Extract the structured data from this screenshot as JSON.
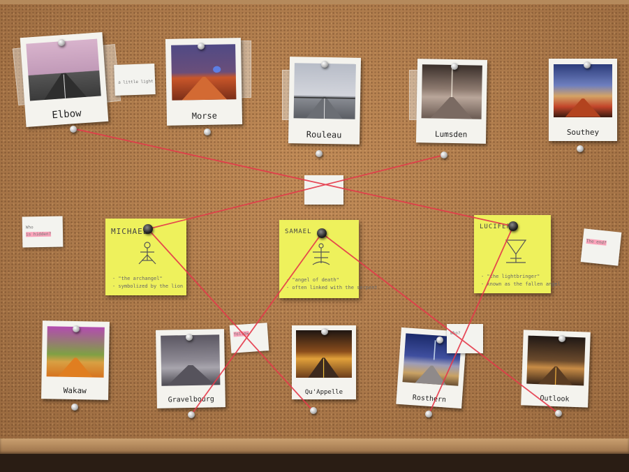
{
  "top_row": [
    {
      "label": "Elbow"
    },
    {
      "label": "Morse"
    },
    {
      "label": "Rouleau"
    },
    {
      "label": "Lumsden"
    },
    {
      "label": "Southey"
    }
  ],
  "bottom_row": [
    {
      "label": "Wakaw"
    },
    {
      "label": "Gravelbourg"
    },
    {
      "label": "Qu'Appelle"
    },
    {
      "label": "Rosthern"
    },
    {
      "label": "Outlook"
    }
  ],
  "stickies": [
    {
      "name": "MICHAEL",
      "line1": "- \"the archangel\"",
      "line2": "- symbolized by the lion"
    },
    {
      "name": "SAMAEL",
      "line1": "- \"angel of death\"",
      "line2": "- often linked with the serpent"
    },
    {
      "name": "LUCIFER",
      "line1": "- \"the lightbringer\"",
      "line2": "- known as the fallen angel"
    }
  ],
  "small_notes": {
    "top_note": "a little light",
    "left_note_a": "Who",
    "left_note_b": "is hidden?",
    "center_note": "",
    "right_note": "The end?",
    "bottom_note_1": "follow",
    "bottom_note_2": "Who?"
  },
  "colors": {
    "string": "#e5394a",
    "sticky": "#eef15c",
    "cork": "#b47c4a"
  }
}
